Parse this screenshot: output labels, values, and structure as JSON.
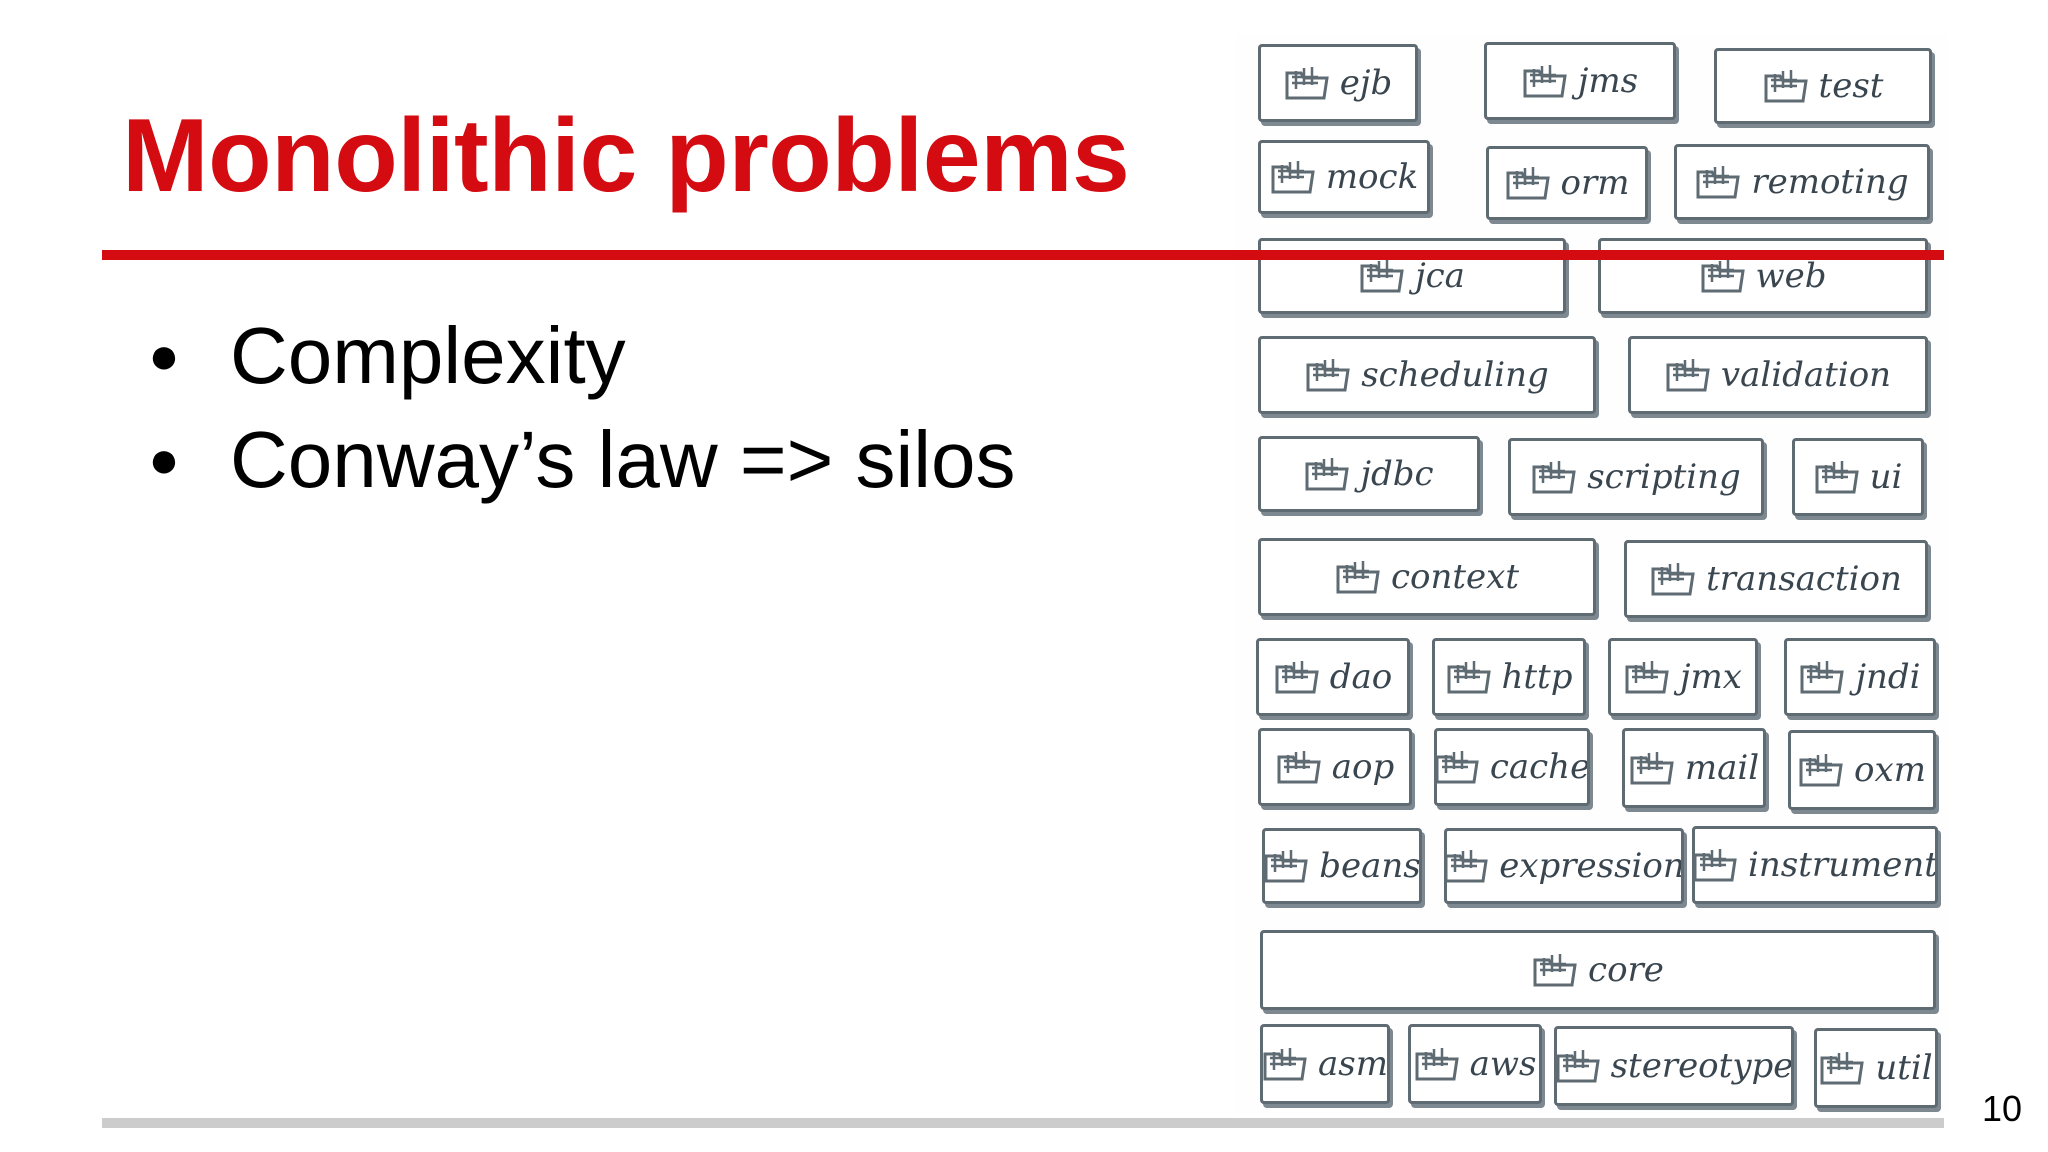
{
  "slide": {
    "title": "Monolithic problems",
    "bullets": [
      {
        "marker": "●",
        "text": "Complexity"
      },
      {
        "marker": "●",
        "text": "Conway’s law => silos"
      }
    ],
    "page_number": "10"
  },
  "modules": [
    "ejb",
    "jms",
    "test",
    "mock",
    "orm",
    "remoting",
    "jca",
    "web",
    "scheduling",
    "validation",
    "jdbc",
    "scripting",
    "ui",
    "context",
    "transaction",
    "dao",
    "http",
    "jmx",
    "jndi",
    "aop",
    "cache",
    "mail",
    "oxm",
    "beans",
    "expression",
    "instrument",
    "core",
    "asm",
    "aws",
    "stereotype",
    "util"
  ],
  "colors": {
    "accent_red": "#d40c12",
    "sketch_ink": "#5f6b73",
    "footer_rule": "#cccccc"
  },
  "icons": {
    "module_icon": "folder-icon"
  }
}
